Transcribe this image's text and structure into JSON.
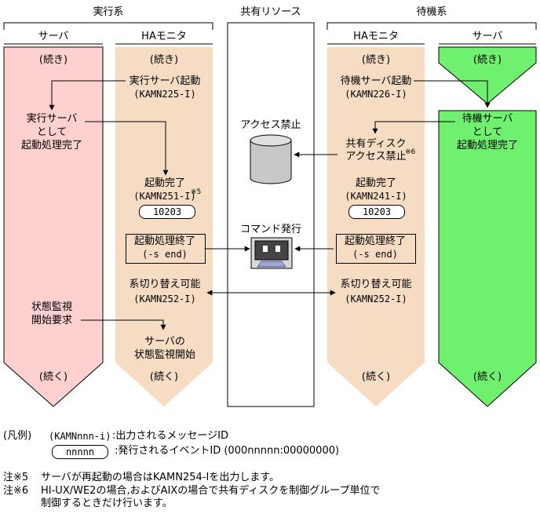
{
  "headers": {
    "exec_system": "実行系",
    "shared_resource": "共有リソース",
    "standby_system": "待機系"
  },
  "columns": {
    "exec_server": "サーバ",
    "exec_ha_monitor": "HAモニタ",
    "standby_ha_monitor": "HAモニタ",
    "standby_server": "サーバ"
  },
  "labels": {
    "continued_top": "(続き)",
    "continued_bottom": "(続く)",
    "exec_server_start": "実行サーバ起動",
    "kamn225": "(KAMN225-I)",
    "exec_server_as": [
      "実行サーバ",
      "として",
      "起動処理完了"
    ],
    "start_complete_left": "起動完了",
    "kamn251": "(KAMN251-I)",
    "note5_mark": "※5",
    "event_left": "10203",
    "start_end_left": "起動処理終了",
    "send_left": "(-s end)",
    "switch_ready_left": "系切り替え可能",
    "kamn252_left": "(KAMN252-I)",
    "status_monitor_request": [
      "状態監視",
      "開始要求"
    ],
    "server_status_monitor_start": [
      "サーバの",
      "状態監視開始"
    ],
    "access_prohibit": "アクセス禁止",
    "command_issue": "コマンド発行",
    "standby_server_start": "待機サーバ起動",
    "kamn226": "(KAMN226-I)",
    "shared_disk_access_prohibit": [
      "共有ディスク",
      "アクセス禁止"
    ],
    "note6_mark": "※6",
    "start_complete_right": "起動完了",
    "kamn241": "(KAMN241-I)",
    "event_right": "10203",
    "start_end_right": "起動処理終了",
    "send_right": "(-s end)",
    "switch_ready_right": "系切り替え可能",
    "kamn252_right": "(KAMN252-I)",
    "standby_server_as": [
      "待機サーバ",
      "として",
      "起動処理完了"
    ]
  },
  "legend": {
    "title": "(凡例)",
    "message_sample": "(KAMNnnn-i)",
    "message_desc": ":出力されるメッセージID",
    "event_sample": "nnnnn",
    "event_desc": ":発行されるイベントID (000nnnnn:00000000)"
  },
  "notes": {
    "note5_label": "注※5",
    "note5_text": "サーバが再起動の場合はKAMN254-Iを出力します。",
    "note6_label": "注※6",
    "note6_text_1": "HI-UX/WE2の場合,およびAIXの場合で共有ディスクを制御グループ単位で",
    "note6_text_2": "制御するときだけ行います。"
  },
  "colors": {
    "exec_server": "#ffd0d0",
    "ha_monitor": "#f5dcc3",
    "standby_server": "#6ff06f",
    "border": "#000000"
  }
}
